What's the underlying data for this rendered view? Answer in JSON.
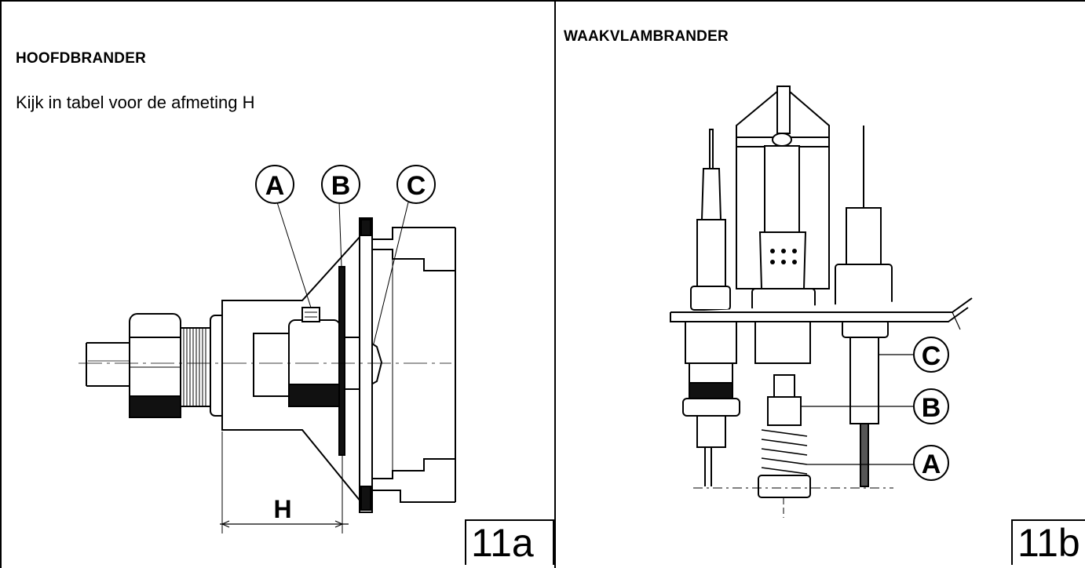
{
  "left_panel": {
    "title": "HOOFDBRANDER",
    "instruction": "Kijk in tabel voor de afmeting H",
    "callouts": [
      "A",
      "B",
      "C"
    ],
    "dimension_label": "H",
    "figure_number": "11a"
  },
  "right_panel": {
    "title": "WAAKVLAMBRANDER",
    "callouts": [
      "C",
      "B",
      "A"
    ],
    "figure_number": "11b"
  }
}
